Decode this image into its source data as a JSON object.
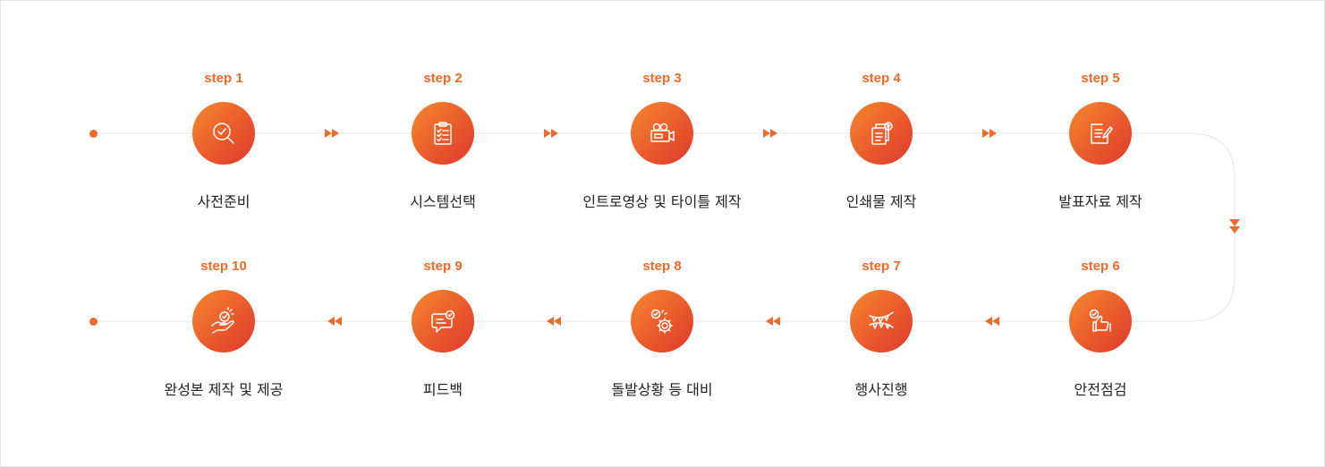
{
  "steps": [
    {
      "label": "step 1",
      "title": "사전준비",
      "icon": "search-check-icon"
    },
    {
      "label": "step 2",
      "title": "시스템선택",
      "icon": "clipboard-checklist-icon"
    },
    {
      "label": "step 3",
      "title": "인트로영상 및 타이틀 제작",
      "icon": "video-camera-icon"
    },
    {
      "label": "step 4",
      "title": "인쇄물 제작",
      "icon": "documents-check-icon"
    },
    {
      "label": "step 5",
      "title": "발표자료 제작",
      "icon": "document-edit-icon"
    },
    {
      "label": "step 6",
      "title": "안전점검",
      "icon": "thumbs-up-check-icon"
    },
    {
      "label": "step 7",
      "title": "행사진행",
      "icon": "bunting-flags-icon"
    },
    {
      "label": "step 8",
      "title": "돌발상황 등 대비",
      "icon": "gear-check-icon"
    },
    {
      "label": "step 9",
      "title": "피드백",
      "icon": "chat-check-icon"
    },
    {
      "label": "step 10",
      "title": "완성본 제작 및 제공",
      "icon": "hand-check-icon"
    }
  ],
  "colors": {
    "accent": "#ec6a2a",
    "gradient_start": "#f4882f",
    "gradient_end": "#dc3a2e",
    "line": "#e4e4e4",
    "text": "#222222"
  }
}
